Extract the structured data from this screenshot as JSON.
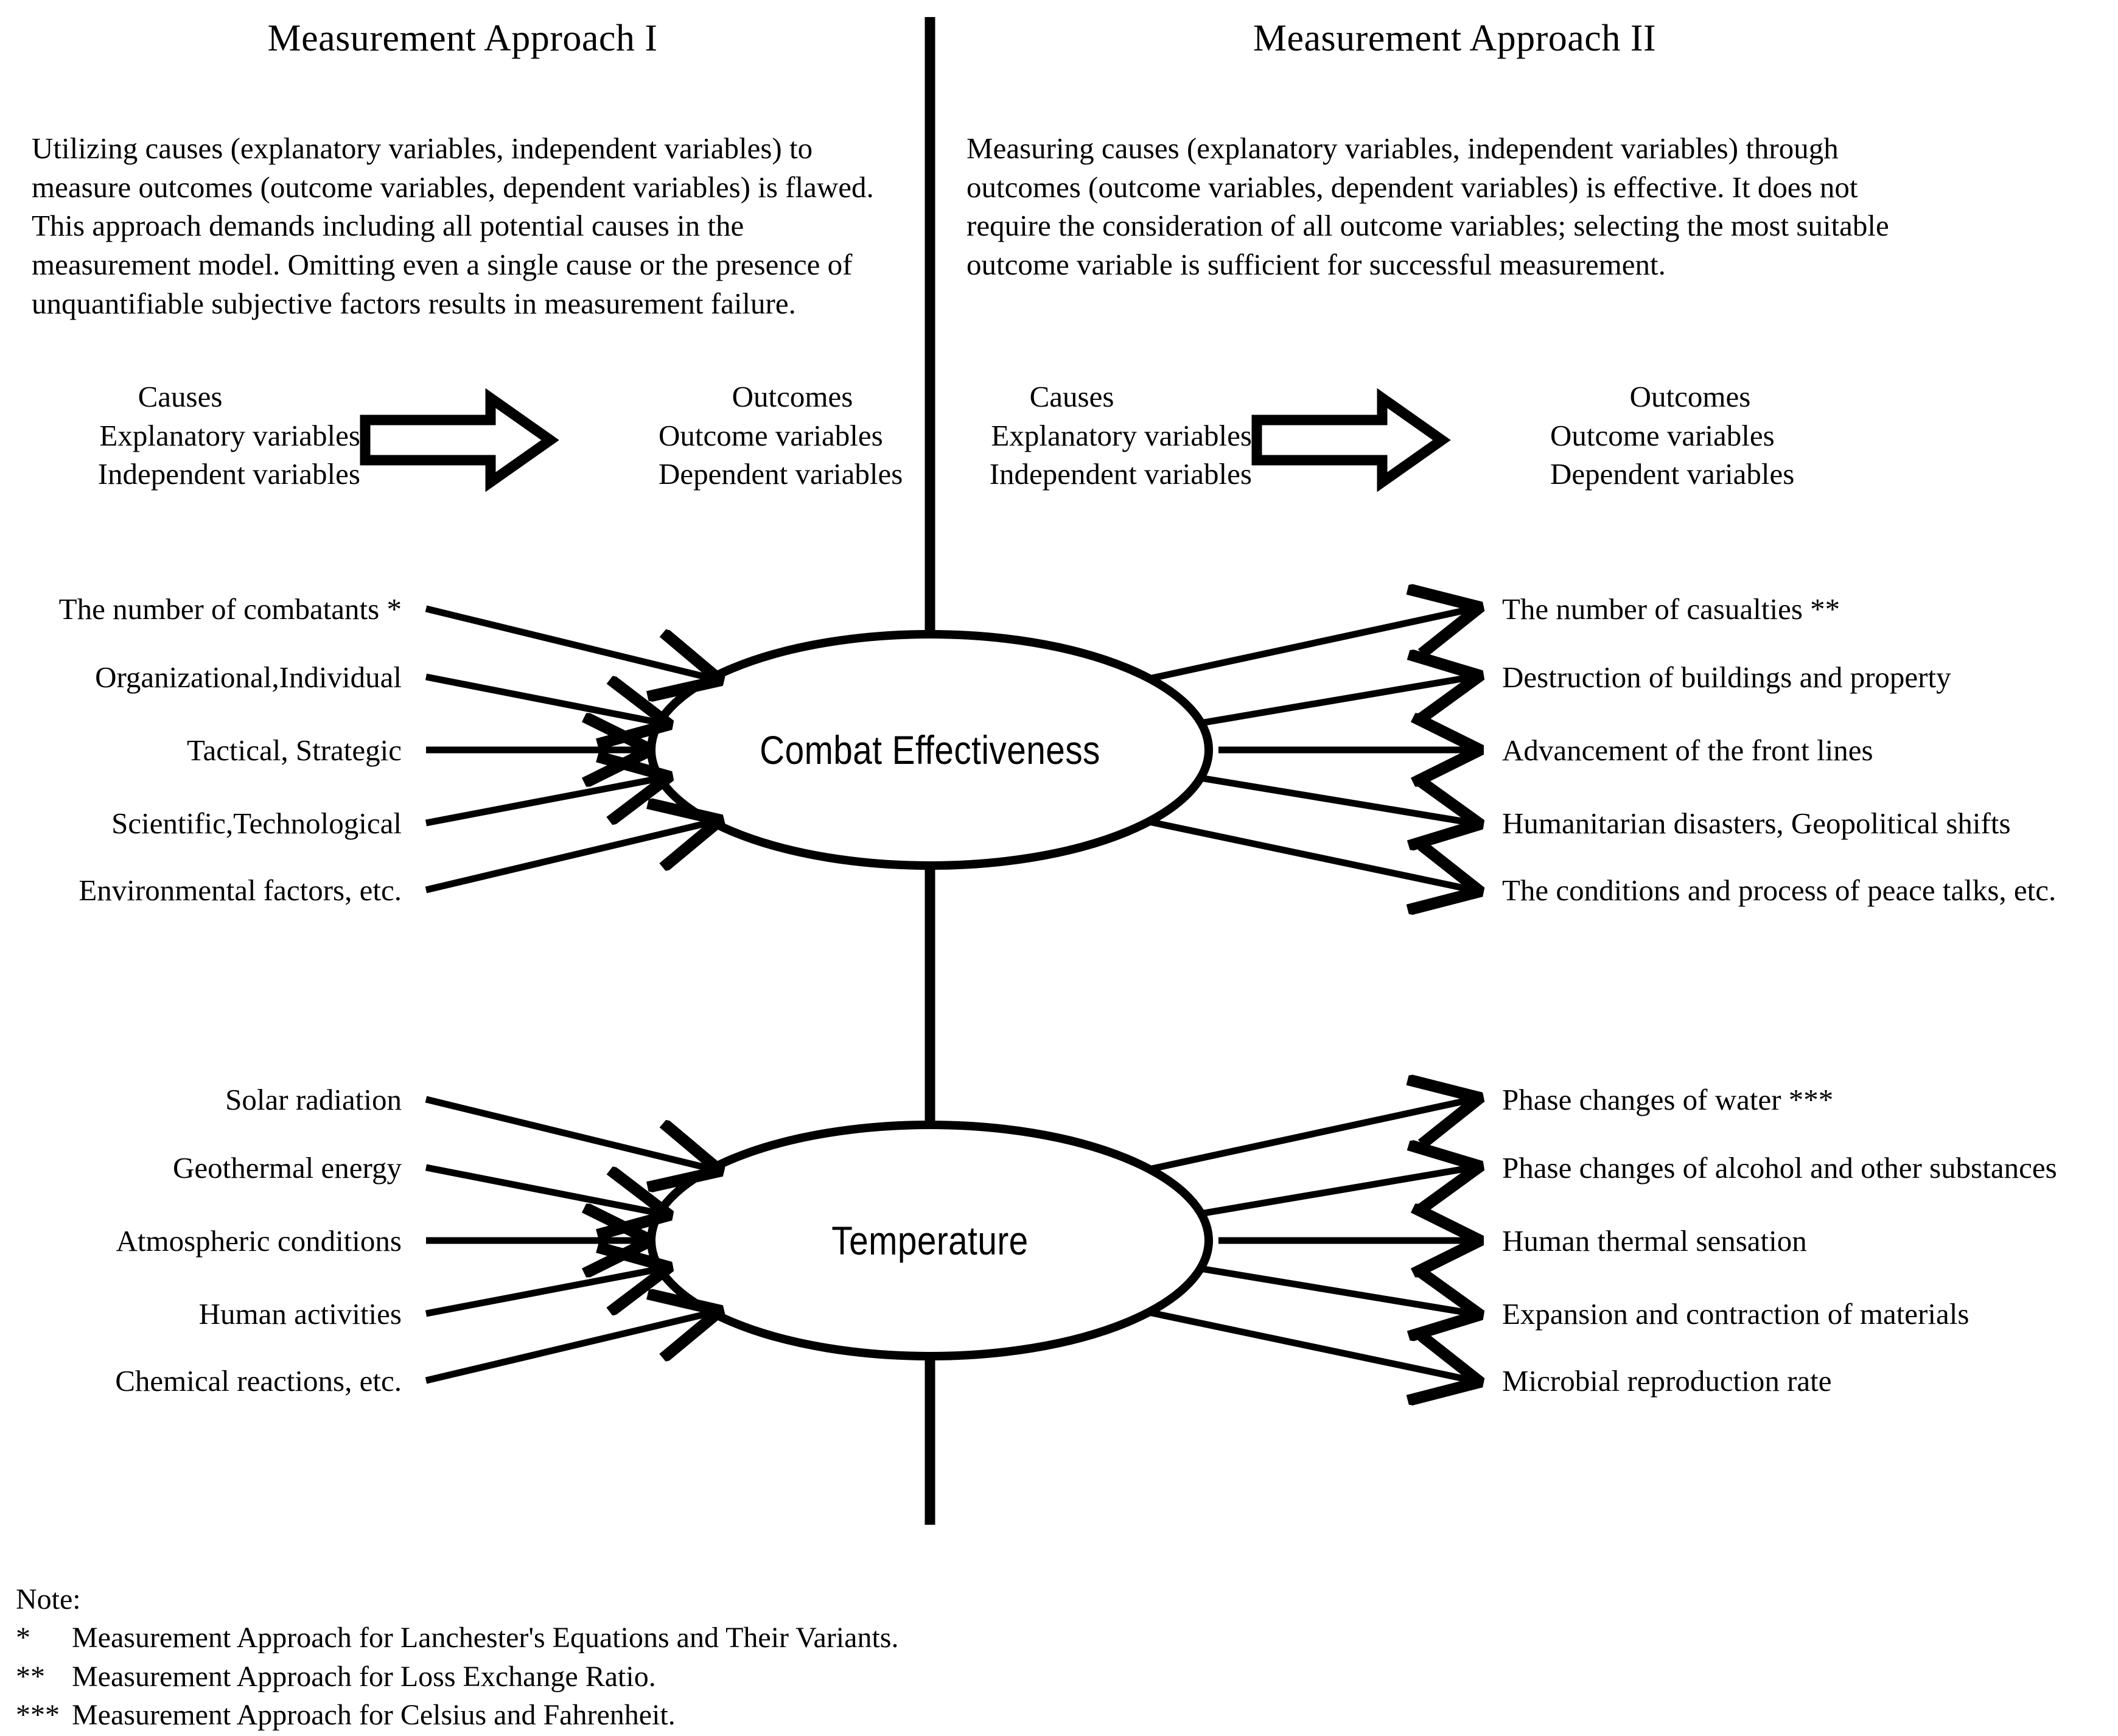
{
  "columns": [
    {
      "title": "Measurement Approach I",
      "paragraph": "Utilizing causes (explanatory variables, independent variables) to measure outcomes (outcome variables, dependent variables) is flawed. This approach demands including all potential causes in the measurement model. Omitting even a single cause or the presence of unquantifiable subjective factors results in measurement failure.",
      "legend": {
        "cause_lines": [
          "Causes",
          "Explanatory variables",
          "Independent variables"
        ],
        "outcome_lines": [
          "Outcomes",
          "Outcome variables",
          "Dependent variables"
        ],
        "arrow": "block-arrow-right-icon"
      }
    },
    {
      "title": "Measurement Approach II",
      "paragraph": "Measuring causes (explanatory variables, independent variables) through outcomes (outcome variables, dependent variables) is effective. It does not require the consideration of all outcome variables; selecting the most suitable outcome variable is sufficient for successful measurement.",
      "legend": {
        "cause_lines": [
          "Causes",
          "Explanatory variables",
          "Independent variables"
        ],
        "outcome_lines": [
          "Outcomes",
          "Outcome variables",
          "Dependent variables"
        ],
        "arrow": "block-arrow-right-icon"
      }
    }
  ],
  "diagrams": [
    {
      "center": "Combat Effectiveness",
      "causes": [
        "The number of combatants *",
        "Organizational,Individual",
        "Tactical, Strategic",
        "Scientific,Technological",
        "Environmental factors, etc."
      ],
      "outcomes": [
        "The number of casualties **",
        "Destruction of buildings and property",
        "Advancement of the front lines",
        "Humanitarian disasters, Geopolitical shifts",
        "The conditions and process of peace talks, etc."
      ]
    },
    {
      "center": "Temperature",
      "causes": [
        "Solar radiation",
        "Geothermal energy",
        "Atmospheric conditions",
        "Human activities",
        "Chemical reactions, etc."
      ],
      "outcomes": [
        "Phase changes of water ***",
        "Phase changes of alcohol and other substances",
        "Human thermal sensation",
        "Expansion and contraction of materials",
        "Microbial reproduction rate"
      ]
    }
  ],
  "note": {
    "heading": "Note:",
    "items": [
      {
        "marker": "*",
        "text": "Measurement Approach for Lanchester's Equations and Their Variants."
      },
      {
        "marker": "**",
        "text": "Measurement Approach for Loss Exchange Ratio."
      },
      {
        "marker": "***",
        "text": "Measurement Approach for Celsius and Fahrenheit."
      }
    ]
  },
  "colors": {
    "ink": "#000000",
    "background": "#ffffff"
  }
}
